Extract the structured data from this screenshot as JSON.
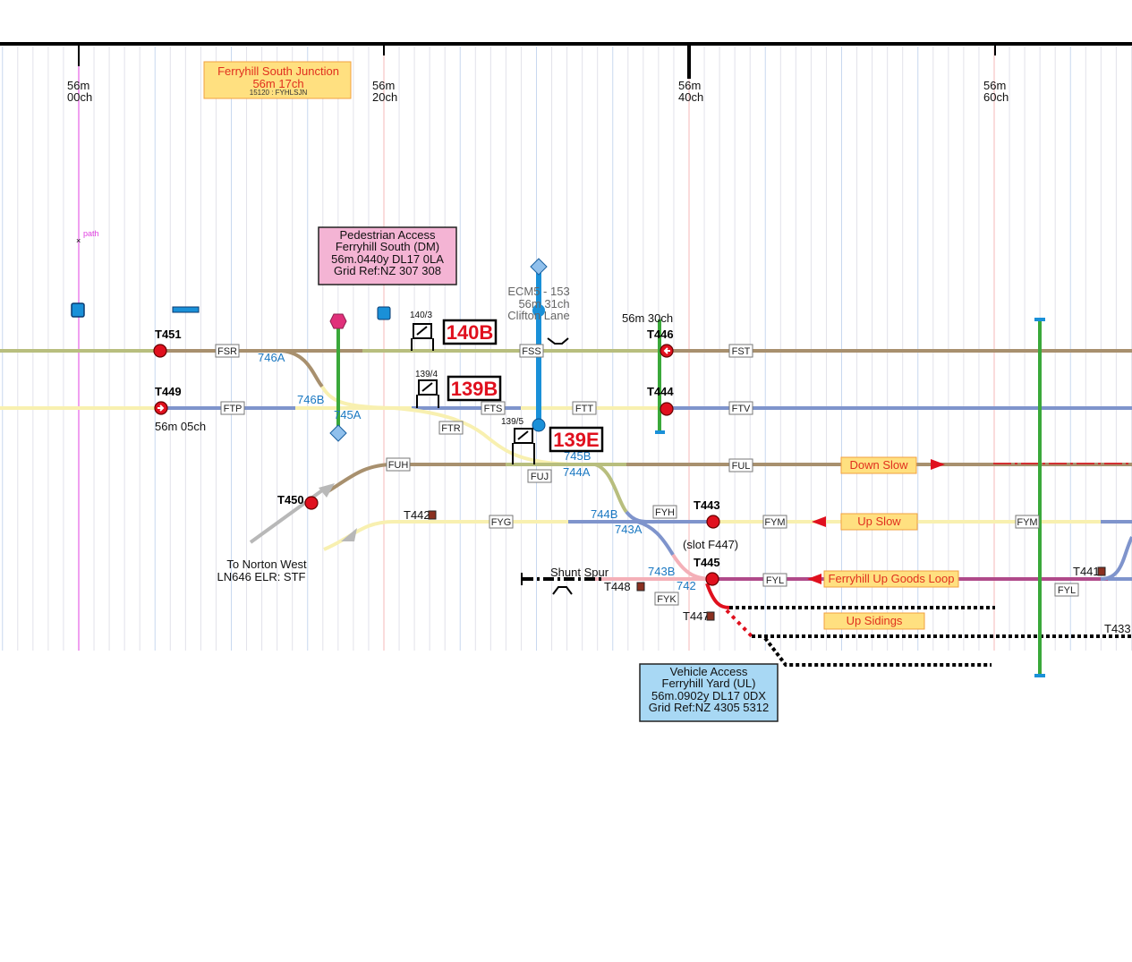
{
  "colors": {
    "olive": "#b8be7e",
    "brown": "#a8906e",
    "cream": "#f8f0b0",
    "blue": "#7f94cc",
    "magenta": "#b04a8a",
    "pink": "#f4b0b8",
    "green": "#3aa83a",
    "cyan": "#1a90d8",
    "signal_red": "#e0101e",
    "route_text": "#e0301e"
  },
  "mileposts": [
    {
      "miles": "56m",
      "chains": "00ch"
    },
    {
      "miles": "56m",
      "chains": "20ch"
    },
    {
      "miles": "56m",
      "chains": "40ch"
    },
    {
      "miles": "56m",
      "chains": "60ch"
    }
  ],
  "junction": {
    "name": "Ferryhill South Junction",
    "mileage": "56m 17ch",
    "code": "15120 : FYHLSJN"
  },
  "pedestrian_access": {
    "l1": "Pedestrian Access",
    "l2": "Ferryhill South (DM)",
    "l3": "56m.0440y DL17 0LA",
    "l4": "Grid Ref:NZ 307 308"
  },
  "vehicle_access": {
    "l1": "Vehicle Access",
    "l2": "Ferryhill Yard (UL)",
    "l3": "56m.0902y DL17 0DX",
    "l4": "Grid Ref:NZ 4305 5312"
  },
  "crossing": {
    "l1": "ECM5 - 153",
    "l2": "56m 31ch",
    "l3": "Clifton Lane"
  },
  "path_label": "path",
  "mileage_labels": {
    "m0505": "56m 05ch",
    "m3030": "56m 30ch"
  },
  "norton": {
    "l1": "To Norton West",
    "l2": "LN646 ELR: STF"
  },
  "shunt_spur": "Shunt Spur",
  "slot_note": "(slot F447)",
  "signals": [
    "T451",
    "T449",
    "T450",
    "T446",
    "T444",
    "T443",
    "T445",
    "T442",
    "T448",
    "T447",
    "T441",
    "T433"
  ],
  "points": [
    "746A",
    "746B",
    "745A",
    "745B",
    "744A",
    "744B",
    "743A",
    "743B",
    "742"
  ],
  "track_circuits": [
    "FSR",
    "FSS",
    "FST",
    "FTP",
    "FTS",
    "FTT",
    "FTV",
    "FTR",
    "FUH",
    "FUJ",
    "FUL",
    "FYG",
    "FYH",
    "FYM",
    "FYM",
    "FYL",
    "FYL",
    "FYK"
  ],
  "routes": [
    "Down Slow",
    "Up Slow",
    "Ferryhill Up Goods Loop",
    "Up Sidings"
  ],
  "ground_frames": [
    {
      "id": "140/3",
      "box": "140B"
    },
    {
      "id": "139/4",
      "box": "139B"
    },
    {
      "id": "139/5",
      "box": "139E"
    }
  ]
}
